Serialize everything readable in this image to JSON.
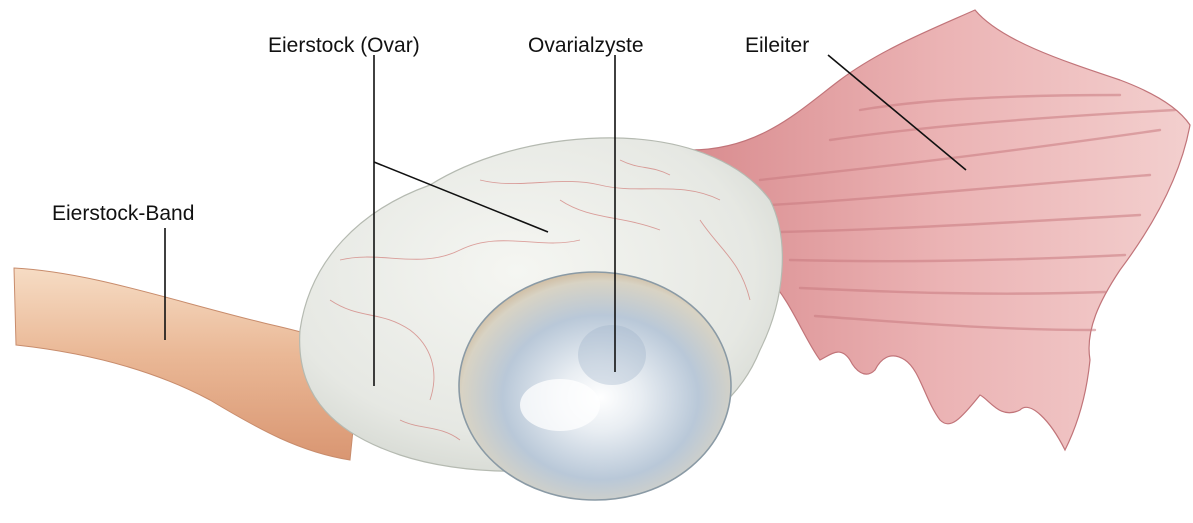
{
  "labels": {
    "ovary": "Eierstock (Ovar)",
    "cyst": "Ovarialzyste",
    "tube": "Eileiter",
    "ligament": "Eierstock-Band"
  },
  "colors": {
    "ligament": "#e8b58f",
    "ovary": "#e9ebe6",
    "cyst": "#c9d3de",
    "tube": "#e2a4a6",
    "vein": "#c95a55",
    "label_text": "#111111"
  }
}
